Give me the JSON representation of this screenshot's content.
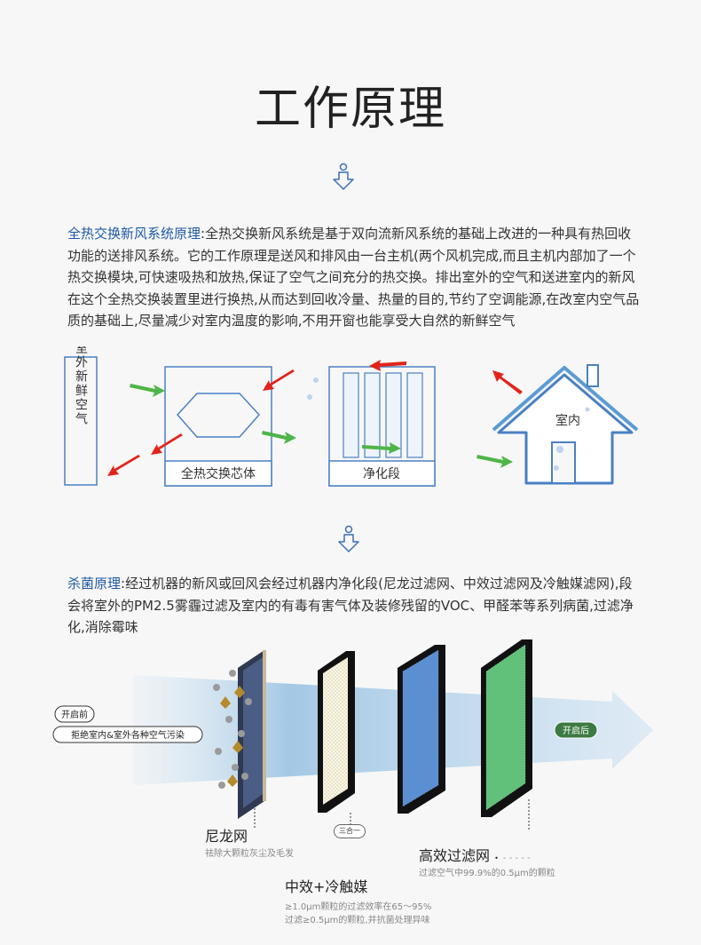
{
  "page_title": "工作原理",
  "section1": {
    "lead": "全热交换新风系统原理",
    "text": ":全热交换新风系统是基于双向流新风系统的基础上改进的一种具有热回收功能的送排风系统。它的工作原理是送风和排风由一台主机(两个风机完成,而且主机内部加了一个热交换模块,可快速吸热和放热,保证了空气之间充分的热交换。排出室外的空气和送进室内的新风在这个全热交换装置里进行换热,从而达到回收冷量、热量的目的,节约了空调能源,在改室内空气品质的基础上,尽量减少对室内温度的影响,不用开窗也能享受大自然的新鲜空气"
  },
  "diagram": {
    "outdoor_label": "室外新鲜空气",
    "core_label": "全热交换芯体",
    "purify_label": "净化段",
    "indoor_label": "室内"
  },
  "section2": {
    "lead": "杀菌原理",
    "text": ":经过机器的新风或回风会经过机器内净化段(尼龙过滤网、中效过滤网及冷触媒滤网),段会将室外的PM2.5雾霾过滤及室内的有毒有害气体及装修残留的VOC、甲醛苯等系列病菌,过滤净化,消除霉味"
  },
  "filters": {
    "before_tag": "开启前",
    "reject_tag": "拒绝室内&室外各种空气污染",
    "after_tag": "开启后",
    "combo_tag": "三合一",
    "nylon_title": "尼龙网",
    "nylon_sub": "祛除大颗粒灰尘及毛发",
    "medium_title": "中效+冷触媒",
    "medium_sub1": "≥1.0μm颗粒的过滤效率在65〜95%",
    "medium_sub2": "过滤≥0.5μm的颗粒,并抗菌处理异味",
    "hepa_title": "高效过滤网",
    "hepa_sub": "过滤空气中99.9%的0.5μm的颗粒"
  },
  "colors": {
    "heading_blue": "#1f5aa6",
    "line_blue": "#4a80c4",
    "arrow_red": "#e2231a",
    "arrow_green": "#4fb548"
  }
}
